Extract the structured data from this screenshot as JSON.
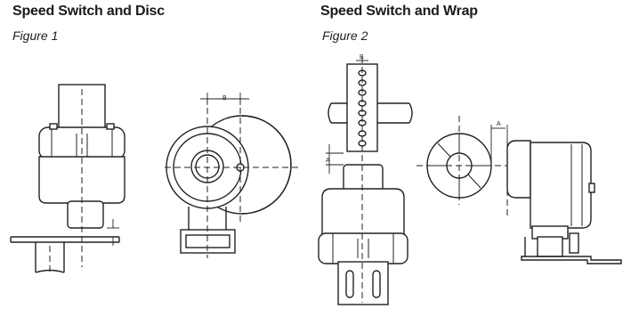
{
  "figure1": {
    "heading": "Speed Switch and Disc",
    "label": "Figure 1",
    "dimension_label": "B"
  },
  "figure2": {
    "heading": "Speed Switch and Wrap",
    "label": "Figure 2",
    "dimension_label_top": "B",
    "dimension_label_left": "A",
    "dimension_label_right": "A"
  }
}
